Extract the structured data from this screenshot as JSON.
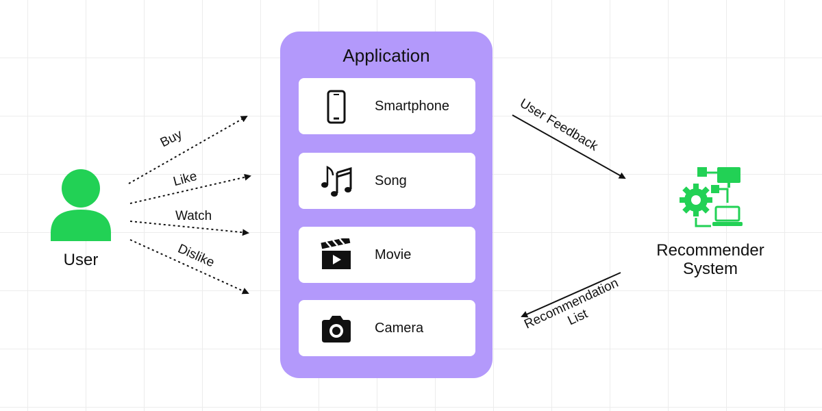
{
  "user": {
    "label": "User"
  },
  "actions": [
    {
      "id": "buy",
      "label": "Buy"
    },
    {
      "id": "like",
      "label": "Like"
    },
    {
      "id": "watch",
      "label": "Watch"
    },
    {
      "id": "dislike",
      "label": "Dislike"
    }
  ],
  "application": {
    "title": "Application",
    "items": [
      {
        "label": "Smartphone",
        "icon": "smartphone-icon"
      },
      {
        "label": "Song",
        "icon": "music-notes-icon"
      },
      {
        "label": "Movie",
        "icon": "clapperboard-icon"
      },
      {
        "label": "Camera",
        "icon": "camera-icon"
      }
    ]
  },
  "flows": {
    "feedback_label": "User Feedback",
    "recommendation_line1": "Recommendation",
    "recommendation_line2": "List"
  },
  "recommender": {
    "line1": "Recommender",
    "line2": "System"
  },
  "colors": {
    "green": "#22d155",
    "purple": "#b399fb",
    "text": "#111111"
  }
}
